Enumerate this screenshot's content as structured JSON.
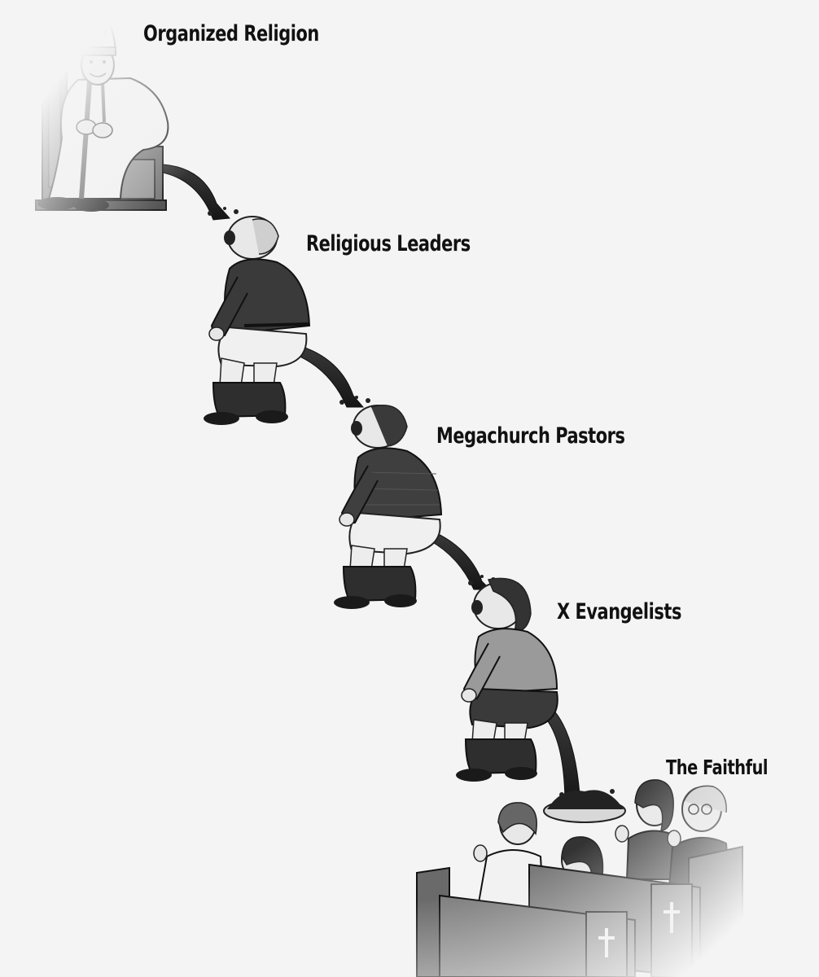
{
  "captions": {
    "organized_religion": "Organized Religion",
    "religious_leaders": "Religious Leaders",
    "megachurch_pastors": "Megachurch Pastors",
    "x_evangelists": "X Evangelists",
    "the_faithful": "The Faithful"
  },
  "colors": {
    "background": "#f4f4f4",
    "ink": "#111111",
    "stream": "#2a2a2a",
    "sweater_dark": "#3a3a3a",
    "sweater_light": "#9a9a9a",
    "skin": "#e8e8e8",
    "pew": "#6e6e6e"
  }
}
